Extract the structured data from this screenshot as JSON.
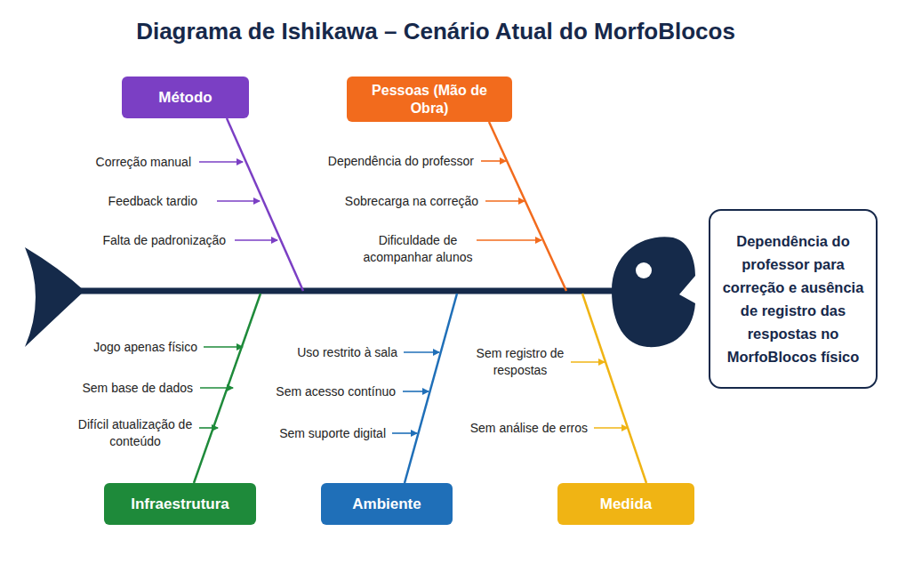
{
  "diagram": {
    "title": "Diagrama de Ishikawa – Cenário Atual do MorfoBlocos",
    "nodes": [
      {
        "text": [
          "Método"
        ]
      },
      {
        "text": [
          "Pessoas (Mão de Obra)"
        ]
      },
      {
        "text": [
          "Dependência do professor para correção e ausência de registro das respostas no MorfoBlocos físico"
        ]
      },
      {
        "text": [
          "Infraestrutura"
        ]
      },
      {
        "text": [
          "Ambiente"
        ]
      },
      {
        "text": [
          "Medida"
        ]
      }
    ],
    "labels": [
      "Correção manual",
      "Feedback tardio",
      "Falta de padronização",
      "Dependência do professor",
      "Sobrecarga na correção",
      "Dificuldade de acompanhar alunos",
      "Jogo apenas físico",
      "Sem base de dados",
      "Difícil atualização de conteúdo",
      "Uso restrito à sala",
      "Sem acesso contínuo",
      "Sem suporte digital",
      "Sem registro de respostas",
      "Sem análise de erros"
    ]
  }
}
